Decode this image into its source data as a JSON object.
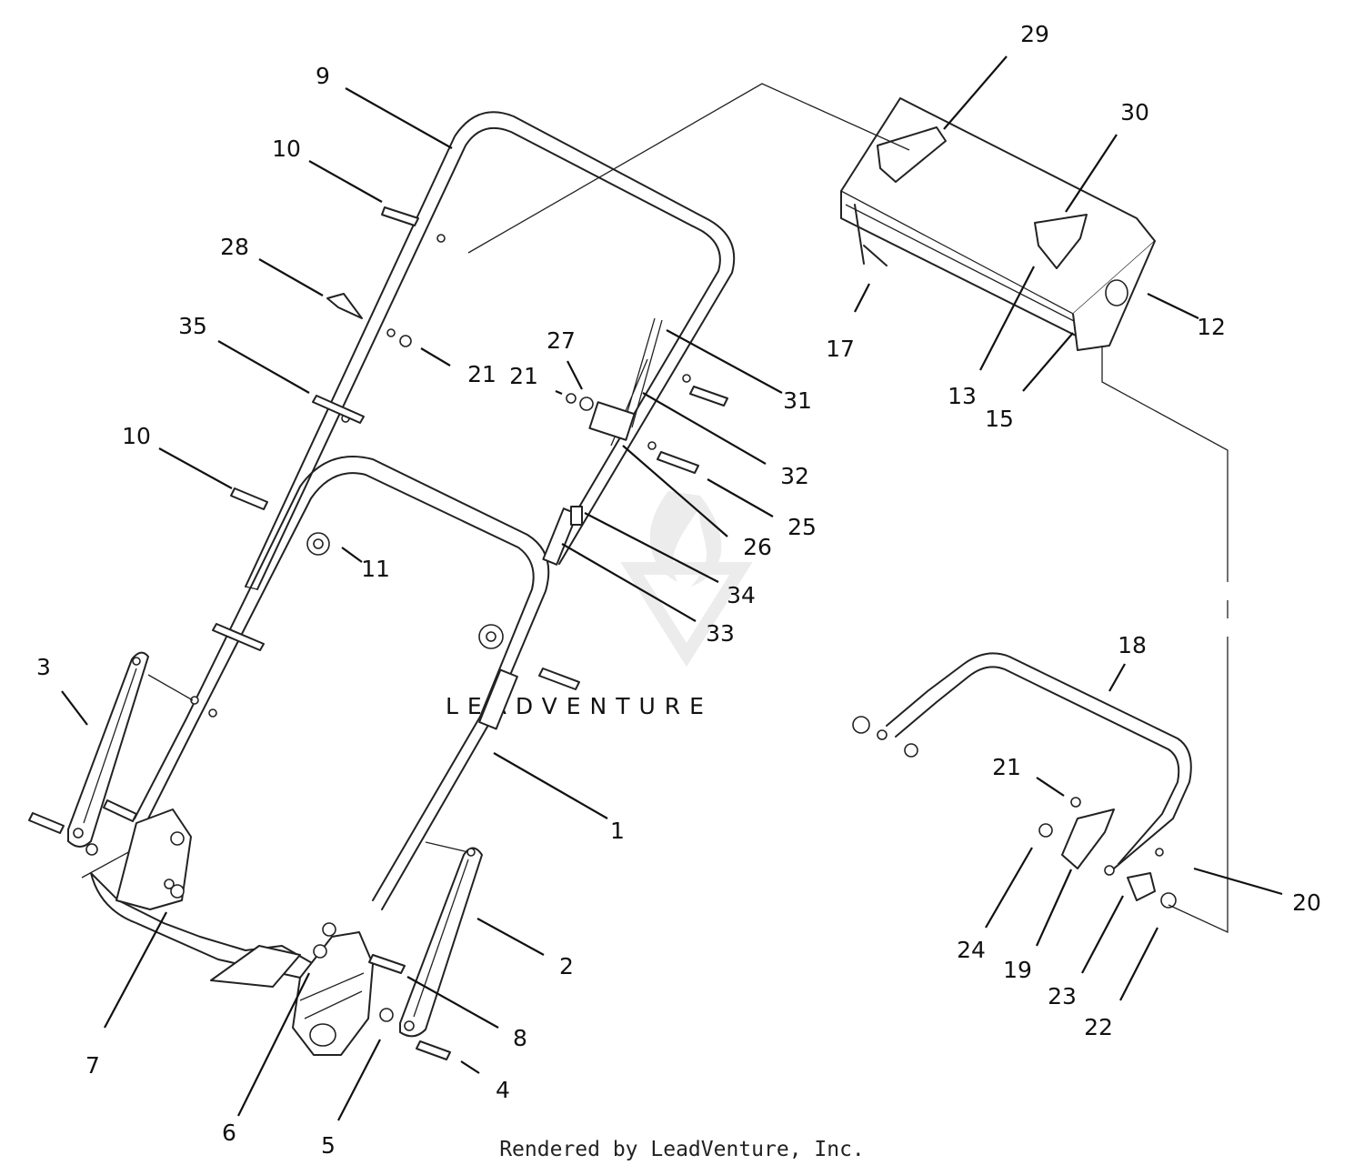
{
  "watermark": "LEADVENTURE",
  "caption": "Rendered by LeadVenture, Inc.",
  "callouts": [
    {
      "id": "1",
      "label": "1"
    },
    {
      "id": "2",
      "label": "2"
    },
    {
      "id": "3",
      "label": "3"
    },
    {
      "id": "4",
      "label": "4"
    },
    {
      "id": "5",
      "label": "5"
    },
    {
      "id": "6",
      "label": "6"
    },
    {
      "id": "7",
      "label": "7"
    },
    {
      "id": "8",
      "label": "8"
    },
    {
      "id": "9",
      "label": "9"
    },
    {
      "id": "10a",
      "label": "10"
    },
    {
      "id": "10b",
      "label": "10"
    },
    {
      "id": "11",
      "label": "11"
    },
    {
      "id": "12",
      "label": "12"
    },
    {
      "id": "13",
      "label": "13"
    },
    {
      "id": "15",
      "label": "15"
    },
    {
      "id": "17",
      "label": "17"
    },
    {
      "id": "18",
      "label": "18"
    },
    {
      "id": "19",
      "label": "19"
    },
    {
      "id": "20",
      "label": "20"
    },
    {
      "id": "21a",
      "label": "21"
    },
    {
      "id": "21b",
      "label": "21"
    },
    {
      "id": "21c",
      "label": "21"
    },
    {
      "id": "22",
      "label": "22"
    },
    {
      "id": "23",
      "label": "23"
    },
    {
      "id": "24",
      "label": "24"
    },
    {
      "id": "25",
      "label": "25"
    },
    {
      "id": "26",
      "label": "26"
    },
    {
      "id": "27",
      "label": "27"
    },
    {
      "id": "28",
      "label": "28"
    },
    {
      "id": "29",
      "label": "29"
    },
    {
      "id": "30",
      "label": "30"
    },
    {
      "id": "31",
      "label": "31"
    },
    {
      "id": "32",
      "label": "32"
    },
    {
      "id": "33",
      "label": "33"
    },
    {
      "id": "34",
      "label": "34"
    },
    {
      "id": "35",
      "label": "35"
    }
  ]
}
